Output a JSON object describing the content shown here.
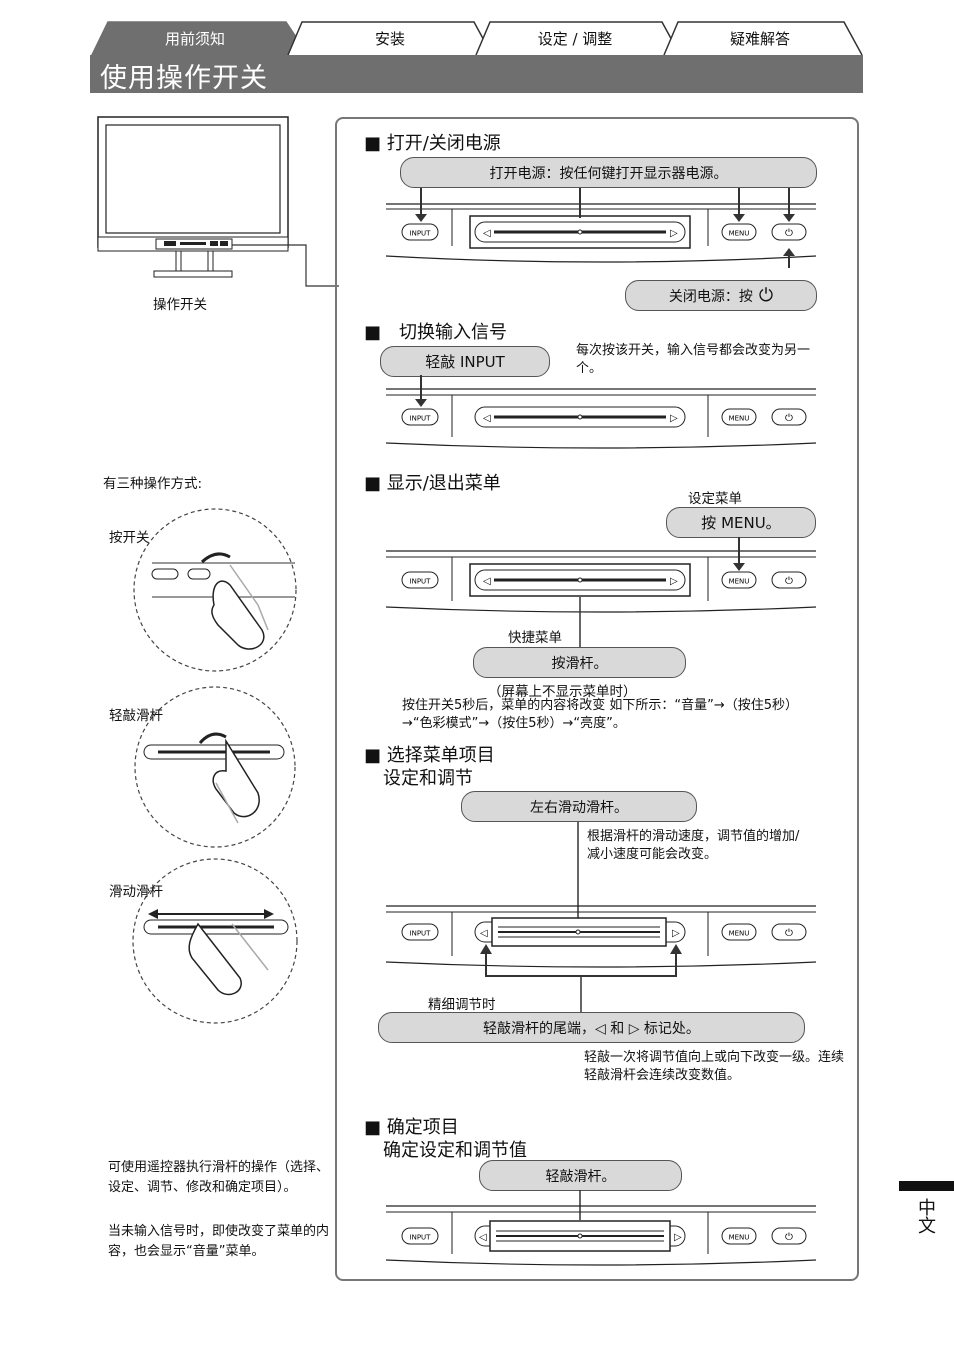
{
  "tabs": [
    {
      "label": "用前须知",
      "active": true
    },
    {
      "label": "安装",
      "active": false
    },
    {
      "label": "设定 / 调整",
      "active": false
    },
    {
      "label": "疑难解答",
      "active": false
    }
  ],
  "page_title": "使用操作开关",
  "monitor_caption": "操作开关",
  "methods": {
    "intro": "有三种操作方式:",
    "press": "按开关",
    "tap": "轻敲滑杆",
    "slide": "滑动滑杆"
  },
  "side_notes": {
    "remote": "可使用遥控器执行滑杆的操作（选择、设定、调节、修改和确定项目）。",
    "no_signal": "当未输入信号时，即使改变了菜单的内容，也会显示“音量”菜单。"
  },
  "panel_labels": {
    "input": "INPUT",
    "menu": "MENU",
    "power_symbol": "⏻",
    "left_mark": "◁",
    "right_mark": "▷"
  },
  "sections": {
    "power": {
      "title": "■ 打开/关闭电源",
      "on_text": "打开电源：按任何键打开显示器电源。",
      "off_text": "关闭电源：按"
    },
    "input": {
      "title": "■　切换输入信号",
      "pill": "轻敲 INPUT",
      "note": "每次按该开关，输入信号都会改变为另一个。"
    },
    "menu": {
      "title": "■ 显示/退出菜单",
      "setting_label": "设定菜单",
      "setting_pill": "按 MENU。",
      "quick_label": "快捷菜单",
      "quick_pill": "按滑杆。",
      "quick_condition": "（屏幕上不显示菜单时）",
      "quick_note": "按住开关5秒后，菜单的内容将改变  如下所示：“音量”→（按住5秒）→“色彩模式”→（按住5秒）→“亮度”。"
    },
    "select": {
      "title": "■ 选择菜单项目",
      "subtitle": "设定和调节",
      "pill": "左右滑动滑杆。",
      "speed_note": "根据滑杆的滑动速度，调节值的增加/减小速度可能会改变。",
      "fine_label": "精细调节时",
      "fine_pill": "轻敲滑杆的尾端，◁ 和 ▷ 标记处。",
      "fine_note": "轻敲一次将调节值向上或向下改变一级。连续轻敲滑杆会连续改变数值。"
    },
    "confirm": {
      "title": "■ 确定项目",
      "subtitle": "确定设定和调节值",
      "pill": "轻敲滑杆。"
    }
  },
  "language": "中文"
}
